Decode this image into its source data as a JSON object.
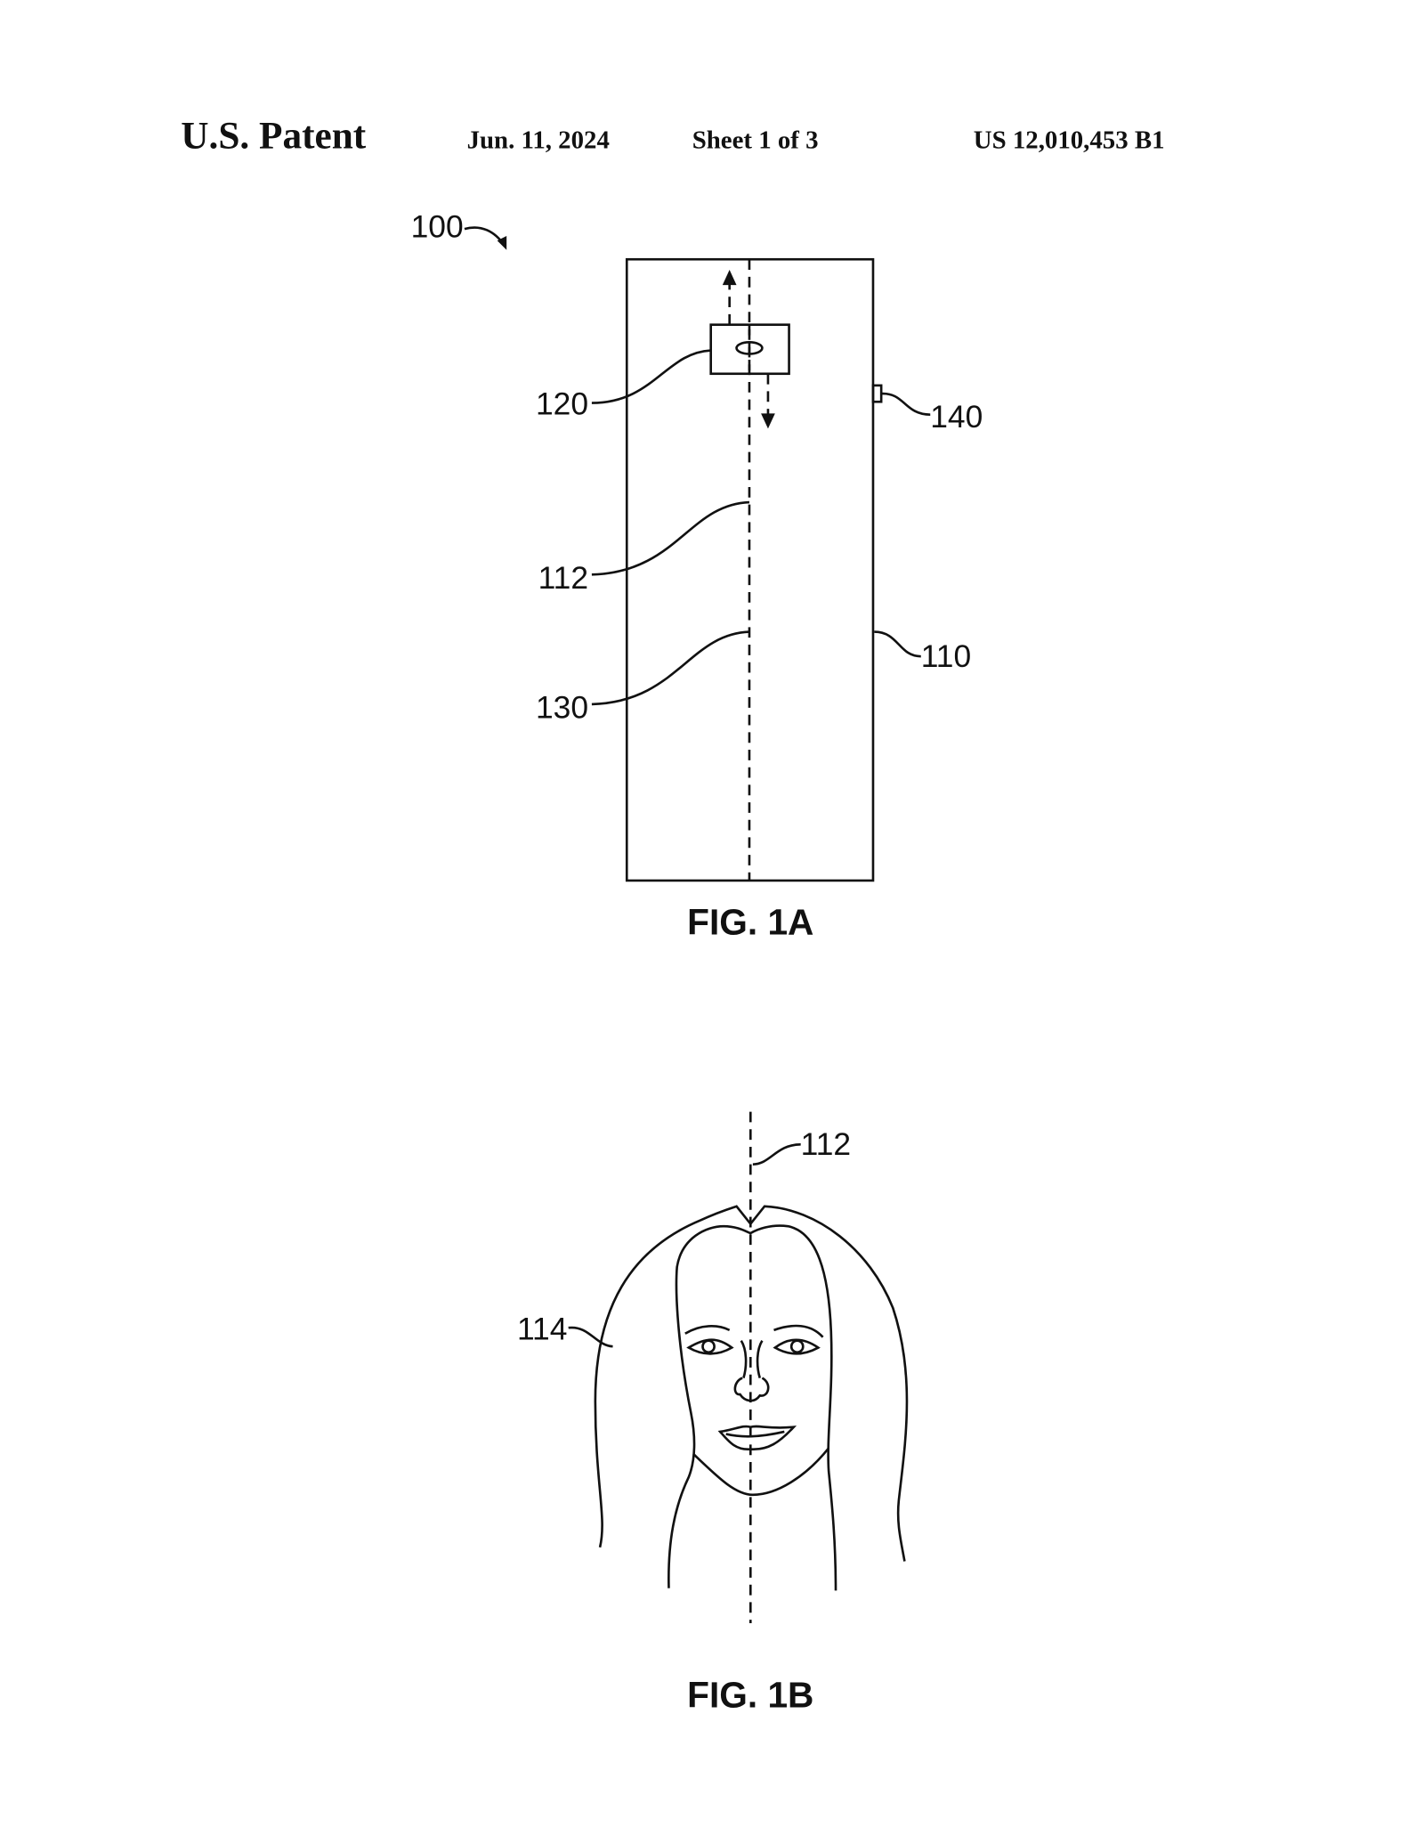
{
  "header": {
    "title": "U.S. Patent",
    "date": "Jun. 11, 2024",
    "sheet": "Sheet 1 of 3",
    "patent_number": "US 12,010,453 B1"
  },
  "fig1a": {
    "caption": "FIG. 1A",
    "labels": {
      "system": "100",
      "camera": "120",
      "sensor": "140",
      "axis": "112",
      "line": "130",
      "device": "110"
    }
  },
  "fig1b": {
    "caption": "FIG. 1B",
    "labels": {
      "axis": "112",
      "face": "114"
    }
  }
}
